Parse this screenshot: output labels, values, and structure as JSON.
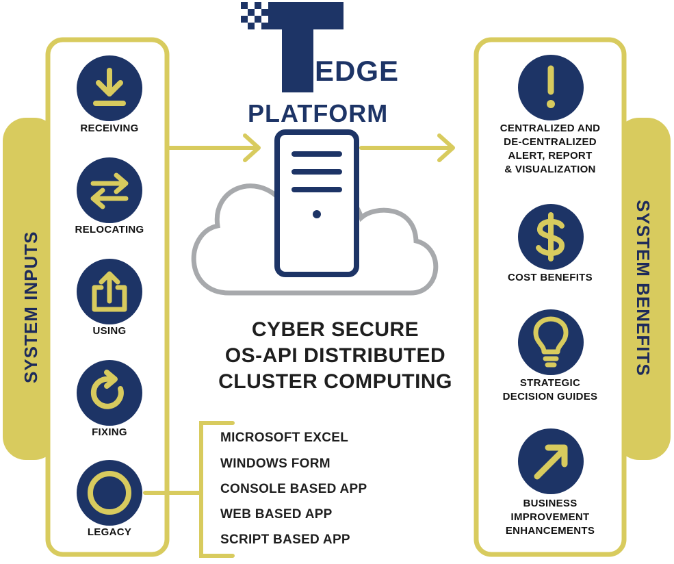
{
  "logo": {
    "edge": "EDGE",
    "platform": "PLATFORM"
  },
  "inputs_label": "SYSTEM INPUTS",
  "benefits_label": "SYSTEM BENEFITS",
  "inputs": [
    {
      "label": "RECEIVING",
      "icon": "download-icon"
    },
    {
      "label": "RELOCATING",
      "icon": "swap-arrows-icon"
    },
    {
      "label": "USING",
      "icon": "upload-icon"
    },
    {
      "label": "FIXING",
      "icon": "redo-icon"
    },
    {
      "label": "LEGACY",
      "icon": "ring-icon"
    }
  ],
  "center": {
    "line1": "CYBER SECURE",
    "line2": "OS-API DISTRIBUTED",
    "line3": "CLUSTER COMPUTING"
  },
  "apps": [
    "MICROSOFT EXCEL",
    "WINDOWS FORM",
    "CONSOLE BASED APP",
    "WEB BASED APP",
    "SCRIPT BASED APP"
  ],
  "benefits": [
    {
      "lines": [
        "CENTRALIZED AND",
        "DE-CENTRALIZED",
        "ALERT, REPORT",
        "& VISUALIZATION"
      ],
      "icon": "exclamation-icon"
    },
    {
      "lines": [
        "COST BENEFITS"
      ],
      "icon": "dollar-icon"
    },
    {
      "lines": [
        "STRATEGIC",
        "DECISION GUIDES"
      ],
      "icon": "lightbulb-icon"
    },
    {
      "lines": [
        "BUSINESS",
        "IMPROVEMENT",
        "ENHANCEMENTS"
      ],
      "icon": "growth-arrow-icon"
    }
  ],
  "colors": {
    "navy": "#1d3466",
    "gold": "#d8cb5e",
    "grey": "#a7a9ac"
  }
}
